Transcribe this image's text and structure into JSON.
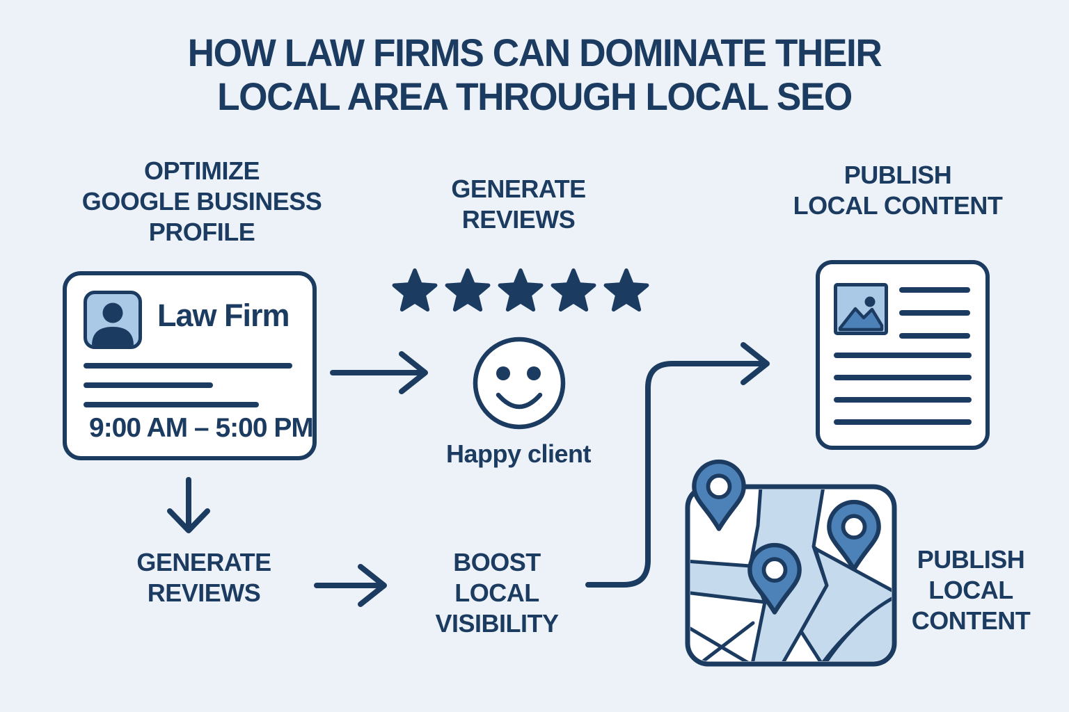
{
  "title": {
    "text": "HOW LAW FIRMS CAN DOMINATE THEIR\nLOCAL AREA THROUGH LOCAL SEO"
  },
  "colors": {
    "navy": "#1c3b60",
    "blue": "#4d82b8",
    "light_blue": "#a9c9e7",
    "pale_blue": "#c6daed",
    "card_bg": "#ffffff",
    "background": "#edf2f8"
  },
  "sections": {
    "optimize_gbp": {
      "heading": "OPTIMIZE\nGOOGLE BUSINESS\nPROFILE"
    },
    "generate_reviews": {
      "heading": "GENERATE\nREVIEWS"
    },
    "publish_content": {
      "heading": "PUBLISH\nLOCAL CONTENT"
    }
  },
  "flow_labels": {
    "generate_reviews": "GENERATE\nREVIEWS",
    "boost_visibility": "BOOST\nLOCAL\nVISIBILITY",
    "publish_content": "PUBLISH\nLOCAL\nCONTENT"
  },
  "business_card": {
    "name": "Law Firm",
    "hours": "9:00 AM – 5:00 PM",
    "placeholder_line_count": 3
  },
  "review": {
    "star_count": 5,
    "caption": "Happy client"
  },
  "article": {
    "short_line_count": 3,
    "long_line_count": 4
  },
  "map": {
    "pin_count": 3
  },
  "icons": {
    "person": "person silhouette in rounded square",
    "star": "five-pointed solid star",
    "smiley": "smiling face outline",
    "image_placeholder": "mountains with sun",
    "map_pin": "teardrop location marker",
    "arrow": "open-head flow arrow"
  }
}
